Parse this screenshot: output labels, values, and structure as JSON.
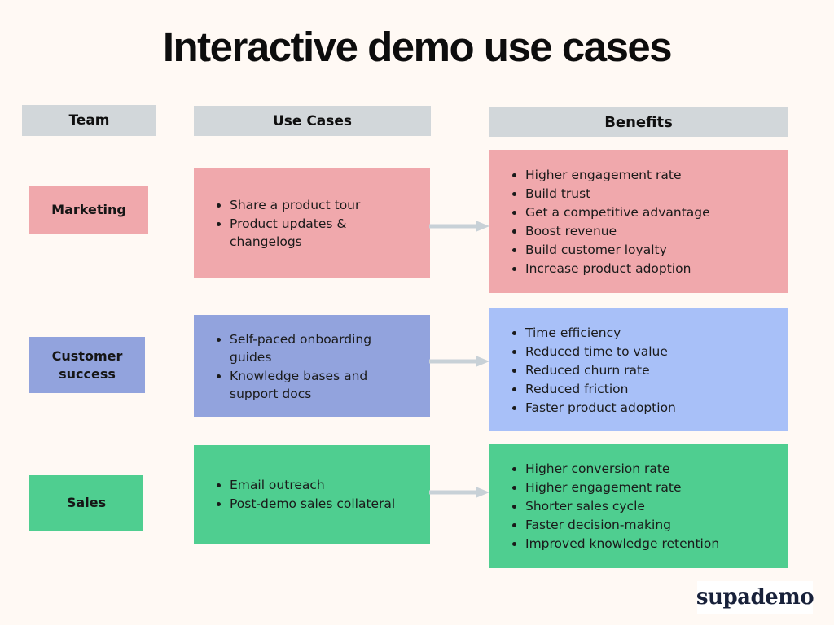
{
  "title": "Interactive demo use cases",
  "headers": {
    "team": "Team",
    "use_cases": "Use Cases",
    "benefits": "Benefits"
  },
  "rows": [
    {
      "team": "Marketing",
      "theme_color": "#F0A8AC",
      "benefits_color": "#F0A8AC",
      "use_cases": [
        "Share a product tour",
        "Product updates & changelogs"
      ],
      "benefits": [
        "Higher engagement rate",
        "Build trust",
        "Get a competitive advantage",
        "Boost revenue",
        "Build customer loyalty",
        "Increase product adoption"
      ]
    },
    {
      "team": "Customer success",
      "theme_color": "#92A3DD",
      "benefits_color": "#A8C0F8",
      "use_cases": [
        "Self-paced onboarding guides",
        "Knowledge bases and support docs"
      ],
      "benefits": [
        "Time efficiency",
        "Reduced time to value",
        "Reduced churn rate",
        "Reduced friction",
        "Faster product adoption"
      ]
    },
    {
      "team": "Sales",
      "theme_color": "#4FCE90",
      "benefits_color": "#4FCE90",
      "use_cases": [
        "Email outreach",
        "Post-demo sales collateral"
      ],
      "benefits": [
        "Higher conversion rate",
        "Higher engagement rate",
        "Shorter sales cycle",
        "Faster decision-making",
        "Improved knowledge retention"
      ]
    }
  ],
  "logo": {
    "text": "supademo"
  },
  "colors": {
    "background": "#FFF9F4",
    "header_gray": "#D2D7DA",
    "arrow_gray": "#C8D1D7",
    "pink": "#F0A8AC",
    "periwinkle": "#92A3DD",
    "light_blue": "#A8C0F8",
    "green": "#4FCE90",
    "logo_navy": "#18213A",
    "text": "#161616"
  }
}
